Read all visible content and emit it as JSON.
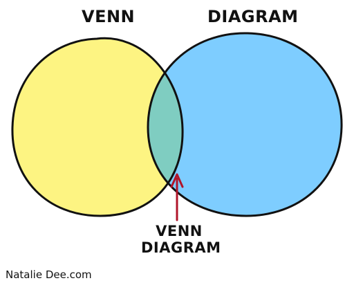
{
  "diagram": {
    "left_set": {
      "label": "VENN",
      "color": "#fdf482"
    },
    "right_set": {
      "label": "DIAGRAM",
      "color": "#7ecdff"
    },
    "intersection": {
      "label_line1": "VENN",
      "label_line2": "DIAGRAM",
      "color": "#7fcdc1"
    },
    "arrow_color": "#b0152a",
    "outline_color": "#111111"
  },
  "footer": {
    "credit": "Natalie Dee.com"
  }
}
